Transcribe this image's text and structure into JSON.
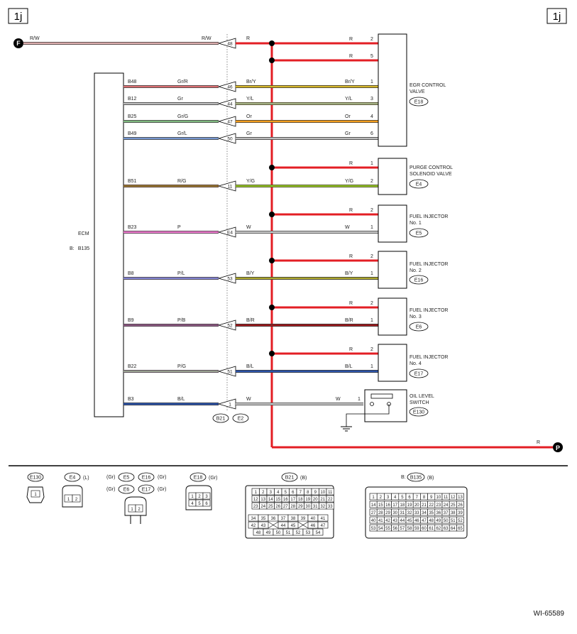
{
  "page_badge_left": "1j",
  "page_badge_right": "1j",
  "figure_id": "WI-65589",
  "ecm": {
    "label": "ECM",
    "prefix": "B:",
    "connector": "B135"
  },
  "bottom_connectors": [
    "B21",
    "E2"
  ],
  "terminal_F": "F",
  "terminal_P": "P",
  "feed_wire": {
    "left_color": "R/W",
    "right_color": "R/W",
    "pin": "48",
    "out_color": "R"
  },
  "bus_color": "R",
  "colors": {
    "R": "#e31e24",
    "R/W": "#e9a0a0",
    "Gr/R": "#d6a0a0",
    "Gr": "#bdbdbd",
    "Gr/G": "#a6c9a6",
    "Gr/L": "#9fb8d8",
    "R/G": "#d0652e",
    "P": "#f07cd0",
    "P/L": "#b49adb",
    "P/B": "#c878b8",
    "P/G": "#d4a8c8",
    "B/L": "#2e4fa0",
    "Br/Y": "#c8a020",
    "Y/L": "#e8e060",
    "Or": "#f5a020",
    "Y/G": "#c8dc18",
    "W": "#cccccc",
    "B/Y": "#8a8a28",
    "B/R": "#7a1a1a"
  },
  "wires": [
    {
      "ecm_pin": "B48",
      "left_color": "Gr/R",
      "conn_pin": "46",
      "right_color": "Br/Y",
      "dev_color": "Br/Y",
      "dev_pin": "1"
    },
    {
      "ecm_pin": "B12",
      "left_color": "Gr",
      "conn_pin": "44",
      "right_color": "Y/L",
      "dev_color": "Y/L",
      "dev_pin": "3"
    },
    {
      "ecm_pin": "B25",
      "left_color": "Gr/G",
      "conn_pin": "47",
      "right_color": "Or",
      "dev_color": "Or",
      "dev_pin": "4"
    },
    {
      "ecm_pin": "B49",
      "left_color": "Gr/L",
      "conn_pin": "50",
      "right_color": "Gr",
      "dev_color": "Gr",
      "dev_pin": "6"
    },
    {
      "ecm_pin": "B51",
      "left_color": "R/G",
      "conn_pin": "11",
      "right_color": "Y/G",
      "dev_color": "Y/G",
      "dev_pin": "2"
    },
    {
      "ecm_pin": "B23",
      "left_color": "P",
      "conn_pin": "E4",
      "right_color": "W",
      "dev_color": "W",
      "dev_pin": "1"
    },
    {
      "ecm_pin": "B8",
      "left_color": "P/L",
      "conn_pin": "53",
      "right_color": "B/Y",
      "dev_color": "B/Y",
      "dev_pin": "1"
    },
    {
      "ecm_pin": "B9",
      "left_color": "P/B",
      "conn_pin": "52",
      "right_color": "B/R",
      "dev_color": "B/R",
      "dev_pin": "1"
    },
    {
      "ecm_pin": "B22",
      "left_color": "P/G",
      "conn_pin": "51",
      "right_color": "B/L",
      "dev_color": "B/L",
      "dev_pin": "1"
    },
    {
      "ecm_pin": "B3",
      "left_color": "B/L",
      "conn_pin": "1",
      "right_color": "W",
      "dev_color": "W",
      "dev_pin": "1"
    }
  ],
  "power_branches": [
    {
      "color": "R",
      "pin": "2"
    },
    {
      "color": "R",
      "pin": "5"
    },
    {
      "color": "R",
      "pin": "1"
    },
    {
      "color": "R",
      "pin": "2"
    },
    {
      "color": "R",
      "pin": "2"
    },
    {
      "color": "R",
      "pin": "2"
    },
    {
      "color": "R",
      "pin": "2"
    }
  ],
  "devices": [
    {
      "name_line1": "EGR CONTROL",
      "name_line2": "VALVE",
      "conn": "E18"
    },
    {
      "name_line1": "PURGE CONTROL",
      "name_line2": "SOLENOID VALVE",
      "conn": "E4"
    },
    {
      "name_line1": "FUEL INJECTOR",
      "name_line2": "No. 1",
      "conn": "E5"
    },
    {
      "name_line1": "FUEL INJECTOR",
      "name_line2": "No. 2",
      "conn": "E16"
    },
    {
      "name_line1": "FUEL INJECTOR",
      "name_line2": "No. 3",
      "conn": "E6"
    },
    {
      "name_line1": "FUEL INJECTOR",
      "name_line2": "No. 4",
      "conn": "E17"
    },
    {
      "name_line1": "OIL LEVEL",
      "name_line2": "SWITCH",
      "conn": "E130"
    }
  ],
  "connector_views": {
    "e130": {
      "label": "E130",
      "pins": [
        "1"
      ]
    },
    "e4": {
      "label": "E4",
      "color": "(L)",
      "pins": [
        "1",
        "2"
      ]
    },
    "e5group": {
      "color_gr": "(Gr)",
      "labels": [
        "E5",
        "E16",
        "E6",
        "E17"
      ],
      "pins": [
        "1",
        "2"
      ]
    },
    "e18": {
      "label": "E18",
      "color": "(Gr)",
      "pins": [
        "1",
        "2",
        "3",
        "4",
        "5",
        "6"
      ]
    },
    "b21": {
      "label": "B21",
      "color": "(B)",
      "rows": [
        [
          "1",
          "2",
          "3",
          "4",
          "5",
          "6",
          "7",
          "8",
          "9",
          "10",
          "11"
        ],
        [
          "12",
          "13",
          "14",
          "15",
          "16",
          "17",
          "18",
          "19",
          "20",
          "21",
          "22"
        ],
        [
          "23",
          "24",
          "25",
          "26",
          "27",
          "28",
          "29",
          "30",
          "31",
          "32",
          "33"
        ],
        [
          "34",
          "35",
          "36",
          "37",
          "38",
          "39",
          "40",
          "41"
        ],
        [
          "42",
          "43",
          "",
          "44",
          "45",
          "",
          "46",
          "47"
        ],
        [
          "48",
          "49",
          "50",
          "51",
          "52",
          "53",
          "54"
        ]
      ]
    },
    "b135": {
      "prefix": "B:",
      "label": "B135",
      "color": "(B)",
      "rows": [
        [
          "1",
          "2",
          "3",
          "4",
          "5",
          "6",
          "7",
          "8",
          "9",
          "10",
          "11",
          "12",
          "13"
        ],
        [
          "14",
          "15",
          "16",
          "17",
          "18",
          "19",
          "20",
          "21",
          "22",
          "23",
          "24",
          "25",
          "26"
        ],
        [
          "27",
          "28",
          "29",
          "30",
          "31",
          "32",
          "33",
          "34",
          "35",
          "36",
          "37",
          "38",
          "39"
        ],
        [
          "40",
          "41",
          "42",
          "43",
          "44",
          "45",
          "46",
          "47",
          "48",
          "49",
          "50",
          "51",
          "52"
        ],
        [
          "53",
          "54",
          "55",
          "56",
          "57",
          "58",
          "59",
          "60",
          "61",
          "62",
          "63",
          "64",
          "65"
        ]
      ]
    }
  }
}
